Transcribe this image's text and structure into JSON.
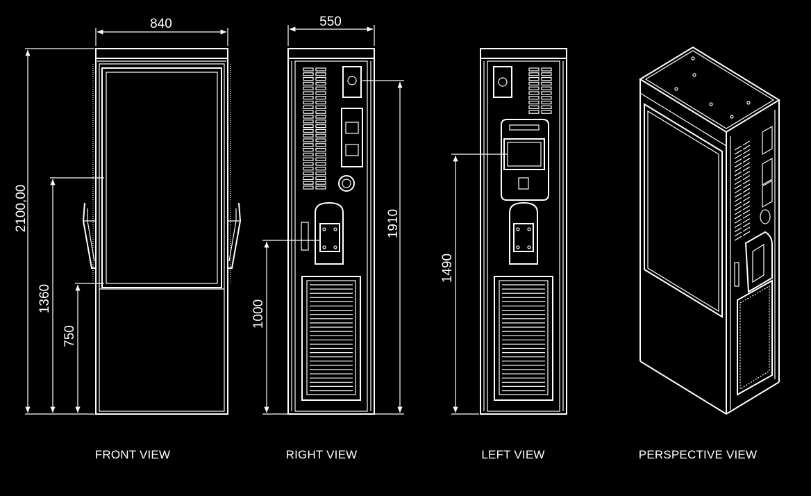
{
  "dimensions": {
    "front_width": "840",
    "front_height": "2100,00",
    "front_screen_top": "1360",
    "front_screen_bottom": "750",
    "right_width": "550",
    "right_height": "1910",
    "right_handle": "1000",
    "left_display": "1490"
  },
  "views": {
    "front": "FRONT VIEW",
    "right": "RIGHT VIEW",
    "left": "LEFT VIEW",
    "perspective": "PERSPECTIVE VIEW"
  },
  "colors": {
    "background": "#000000",
    "line": "#ffffff"
  }
}
